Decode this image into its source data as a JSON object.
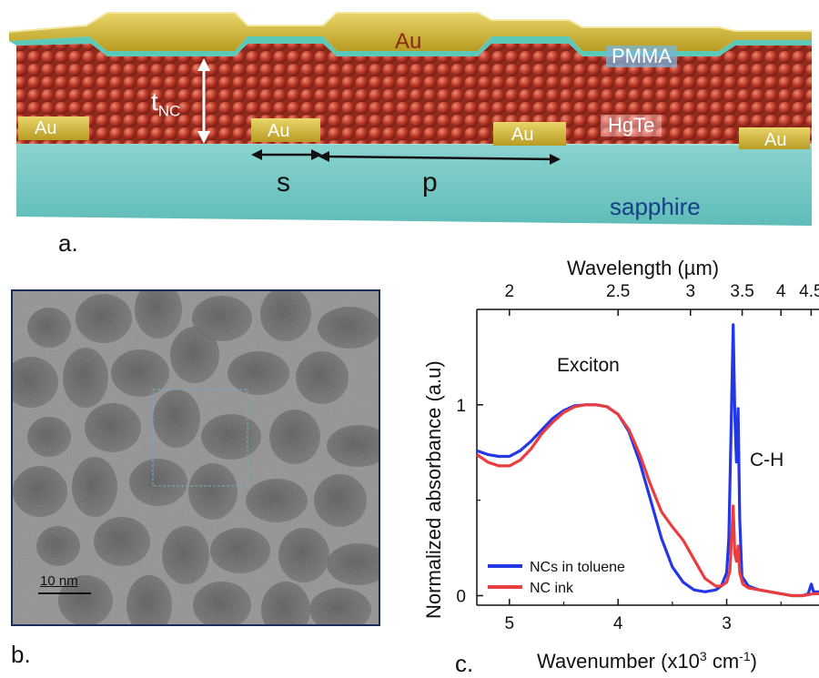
{
  "panel_a": {
    "letter": "a.",
    "labels": {
      "au_top": "Au",
      "pmma": "PMMA",
      "hgte": "HgTe",
      "sapphire": "sapphire",
      "au_electrode": "Au",
      "t_nc_main": "t",
      "t_nc_sub": "NC",
      "s": "s",
      "p": "p"
    },
    "colors": {
      "gold": "#c9b030",
      "nc_red": "#b8382a",
      "sapphire": "#69c3c0",
      "pmma": "#55c7b8"
    }
  },
  "panel_b": {
    "letter": "b.",
    "scale_bar": "10  nm"
  },
  "panel_c": {
    "letter": "c.",
    "annotations": {
      "exciton": "Exciton",
      "ch": "C-H"
    }
  },
  "chart_data": {
    "type": "line",
    "title": "",
    "xlabel": "Wavenumber (x10",
    "xlabel_sup": "3",
    "xlabel_unit": " cm",
    "xlabel_unit_sup": "-1",
    "xlabel_end": ")",
    "x2label": "Wavelength (µm)",
    "ylabel": "Normalized absorbance (a.u)",
    "xlim": [
      5.3,
      2.15
    ],
    "ylim": [
      -0.05,
      1.5
    ],
    "x_ticks": [
      "5",
      "4",
      "3"
    ],
    "x2_ticks": [
      "2",
      "2.5",
      "3",
      "3.5",
      "4",
      "4.5"
    ],
    "y_ticks": [
      "0",
      "1"
    ],
    "legend_position": "bottom-left",
    "series": [
      {
        "name": "NCs in toluene",
        "color": "#2437e6",
        "points": [
          [
            5.3,
            0.76
          ],
          [
            5.2,
            0.74
          ],
          [
            5.1,
            0.73
          ],
          [
            5.0,
            0.73
          ],
          [
            4.9,
            0.76
          ],
          [
            4.8,
            0.81
          ],
          [
            4.7,
            0.87
          ],
          [
            4.6,
            0.93
          ],
          [
            4.5,
            0.97
          ],
          [
            4.4,
            0.995
          ],
          [
            4.3,
            1.0
          ],
          [
            4.2,
            1.0
          ],
          [
            4.1,
            0.99
          ],
          [
            4.0,
            0.95
          ],
          [
            3.9,
            0.86
          ],
          [
            3.8,
            0.7
          ],
          [
            3.7,
            0.5
          ],
          [
            3.6,
            0.3
          ],
          [
            3.5,
            0.15
          ],
          [
            3.4,
            0.07
          ],
          [
            3.3,
            0.03
          ],
          [
            3.2,
            0.02
          ],
          [
            3.1,
            0.03
          ],
          [
            3.05,
            0.05
          ],
          [
            3.0,
            0.12
          ],
          [
            2.98,
            0.3
          ],
          [
            2.96,
            0.85
          ],
          [
            2.94,
            1.42
          ],
          [
            2.925,
            0.95
          ],
          [
            2.91,
            0.7
          ],
          [
            2.895,
            0.98
          ],
          [
            2.88,
            0.4
          ],
          [
            2.86,
            0.1
          ],
          [
            2.8,
            0.05
          ],
          [
            2.7,
            0.03
          ],
          [
            2.6,
            0.02
          ],
          [
            2.5,
            0.01
          ],
          [
            2.4,
            0.0
          ],
          [
            2.3,
            0.0
          ],
          [
            2.25,
            0.01
          ],
          [
            2.22,
            0.06
          ],
          [
            2.2,
            0.02
          ],
          [
            2.15,
            0.02
          ]
        ]
      },
      {
        "name": "NC ink",
        "color": "#ea3d40",
        "points": [
          [
            5.3,
            0.74
          ],
          [
            5.2,
            0.7
          ],
          [
            5.1,
            0.68
          ],
          [
            5.0,
            0.68
          ],
          [
            4.9,
            0.71
          ],
          [
            4.8,
            0.77
          ],
          [
            4.7,
            0.85
          ],
          [
            4.6,
            0.91
          ],
          [
            4.5,
            0.96
          ],
          [
            4.4,
            0.99
          ],
          [
            4.3,
            1.0
          ],
          [
            4.2,
            1.0
          ],
          [
            4.1,
            0.99
          ],
          [
            4.0,
            0.95
          ],
          [
            3.9,
            0.87
          ],
          [
            3.8,
            0.74
          ],
          [
            3.7,
            0.58
          ],
          [
            3.6,
            0.44
          ],
          [
            3.5,
            0.36
          ],
          [
            3.4,
            0.29
          ],
          [
            3.3,
            0.19
          ],
          [
            3.2,
            0.09
          ],
          [
            3.1,
            0.05
          ],
          [
            3.05,
            0.05
          ],
          [
            3.0,
            0.07
          ],
          [
            2.97,
            0.13
          ],
          [
            2.94,
            0.47
          ],
          [
            2.925,
            0.22
          ],
          [
            2.91,
            0.18
          ],
          [
            2.895,
            0.26
          ],
          [
            2.88,
            0.12
          ],
          [
            2.85,
            0.06
          ],
          [
            2.8,
            0.04
          ],
          [
            2.7,
            0.03
          ],
          [
            2.6,
            0.02
          ],
          [
            2.5,
            0.01
          ],
          [
            2.4,
            0.0
          ],
          [
            2.3,
            0.0
          ],
          [
            2.2,
            0.01
          ],
          [
            2.15,
            0.01
          ]
        ]
      }
    ]
  }
}
